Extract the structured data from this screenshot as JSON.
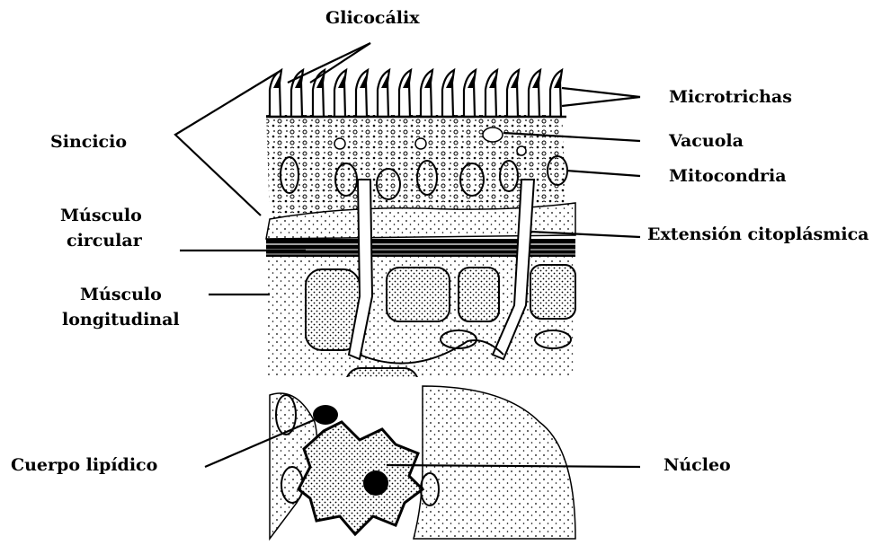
{
  "labels": {
    "glicocalix": "Glicocálix",
    "microtrichas": "Microtrichas",
    "sincicio": "Sincicio",
    "vacuola": "Vacuola",
    "mitocondria": "Mitocondria",
    "musculo_circular_1": "Músculo",
    "musculo_circular_2": "circular",
    "extension": "Extensión citoplásmica",
    "musculo_longitudinal_1": "Músculo",
    "musculo_longitudinal_2": "longitudinal",
    "cuerpo_lipidico": "Cuerpo lipídico",
    "nucleo": "Núcleo"
  }
}
